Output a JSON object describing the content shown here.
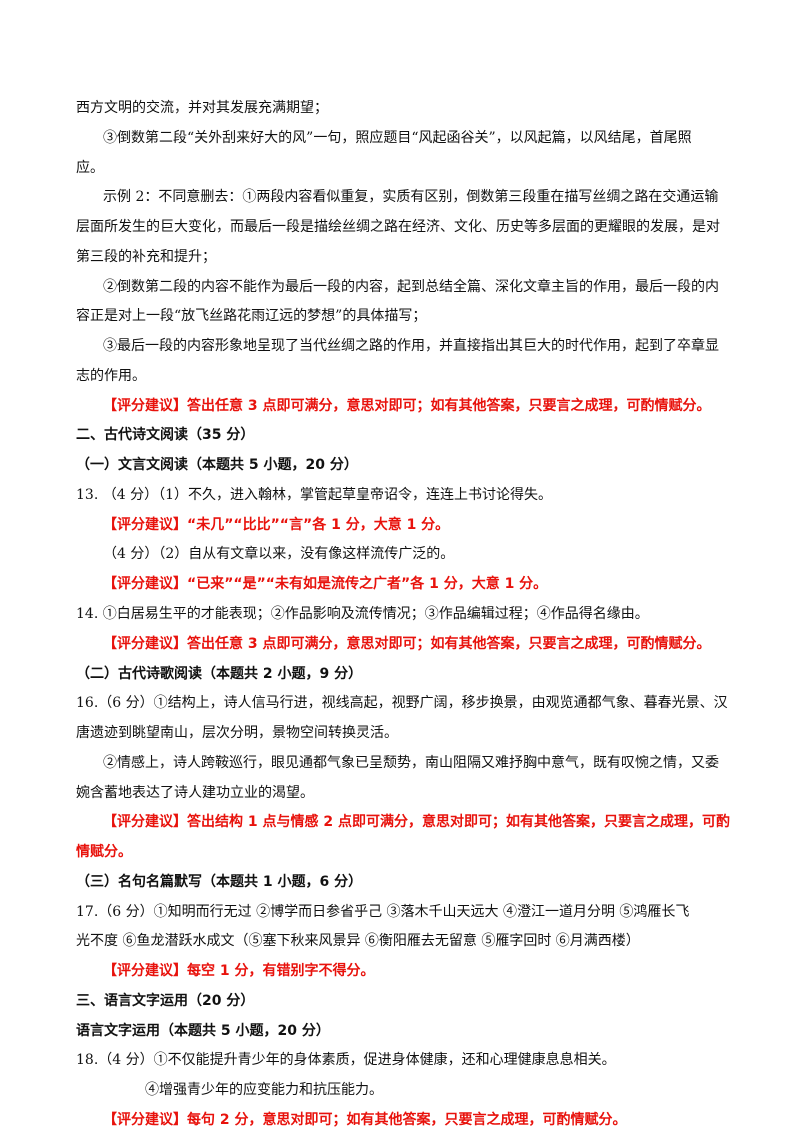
{
  "lines": [
    "西方文明的交流，并对其发展充满期望；",
    "③倒数第二段“关外刮来好大的风”一句，照应题目“风起函谷关”，以风起篇，以风结尾，首尾照",
    "应。",
    "示例 2：不同意删去：①两段内容看似重复，实质有区别，倒数第三段重在描写丝绸之路在交通运输",
    "层面所发生的巨大变化，而最后一段是描绘丝绸之路在经济、文化、历史等多层面的更耀眼的发展，是对",
    "第三段的补充和提升；",
    "②倒数第二段的内容不能作为最后一段的内容，起到总结全篇、深化文章主旨的作用，最后一段的内",
    "容正是对上一段“放飞丝路花雨辽远的梦想”的具体描写；",
    "③最后一段的内容形象地呈现了当代丝绸之路的作用，并直接指出其巨大的时代作用，起到了卒章显",
    "志的作用。",
    "【评分建议】答出任意 3 点即可满分，意思对即可；如有其他答案，只要言之成理，可酌情赋分。",
    "二、古代诗文阅读（35 分）",
    "（一）文言文阅读（本题共 5 小题，20 分）",
    "13.   （4 分）（1）不久，进入翰林，掌管起草皇帝诏令，连连上书讨论得失。",
    "【评分建议】“未几”“比比”“言”各 1 分，大意 1 分。",
    "（4 分）（2）自从有文章以来，没有像这样流传广泛的。",
    "【评分建议】“已来”“是”“未有如是流传之广者”各 1 分，大意 1 分。",
    "14.  ①白居易生平的才能表现；②作品影响及流传情况；③作品编辑过程；④作品得名缘由。",
    "【评分建议】答出任意 3 点即可满分，意思对即可；如有其他答案，只要言之成理，可酌情赋分。",
    "（二）古代诗歌阅读（本题共 2 小题，9 分）",
    "16.（6 分）①结构上，诗人信马行进，视线高起，视野广阔，移步换景，由观览通都气象、暮春光景、汉",
    "唐遗迹到眺望南山，层次分明，景物空间转换灵活。",
    "②情感上，诗人跨鞍巡行，眼见通都气象已呈颓势，南山阻隔又难抒胸中意气，既有叹惋之情，又委",
    "婉含蓄地表达了诗人建功立业的渴望。",
    "【评分建议】答出结构 1 点与情感 2 点即可满分，意思对即可；如有其他答案，只要言之成理，可酌",
    "情赋分。",
    "（三）名句名篇默写（本题共 1 小题，6 分）",
    "17.（6 分）①知明而行无过   ②博学而日参省乎己   ③落木千山天远大   ④澄江一道月分明   ⑤鸿雁长飞",
    "光不度   ⑥鱼龙潜跃水成文（⑤塞下秋来风景异   ⑥衡阳雁去无留意   ⑤雁字回时   ⑥月满西楼）",
    "【评分建议】每空 1 分，有错别字不得分。",
    "三、语言文字运用（20 分）",
    "语言文字运用（本题共 5 小题，20 分）",
    "18.（4 分）①不仅能提升青少年的身体素质，促进身体健康，还和心理健康息息相关。",
    "④增强青少年的应变能力和抗压能力。",
    "【评分建议】每句 2 分，意思对即可；如有其他答案，只要言之成理，可酌情赋分。"
  ]
}
